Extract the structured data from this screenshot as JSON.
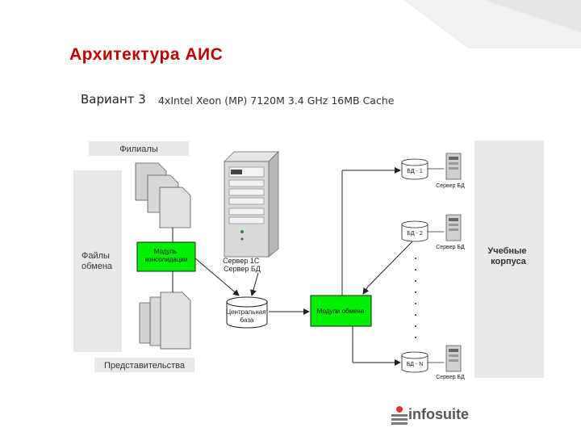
{
  "slide": {
    "title": "Архитектура АИС",
    "variant_label": "Вариант 3",
    "hardware_spec": "4xIntel Xeon (MP) 7120M  3.4 GHz 16MB Cache"
  },
  "diagram": {
    "branches_label": "Филиалы",
    "exchange_files_label": [
      "Файлы",
      "обмена"
    ],
    "consolidation_module_label": [
      "Модуль",
      "консолидации"
    ],
    "server_label": [
      "Сервер 1С",
      "Сервер БД"
    ],
    "central_db_label": [
      "Центральная",
      "база"
    ],
    "exchange_module_label": "Модули обмена",
    "representations_label": "Представительства",
    "campuses_label": [
      "Учебные",
      "корпуса"
    ],
    "db_nodes": [
      {
        "db_label": "БД - 1",
        "server_label": "Сервер БД"
      },
      {
        "db_label": "БД - 2",
        "server_label": "Сервер БД"
      },
      {
        "db_label": "БД - N",
        "server_label": "Сервер БД"
      }
    ]
  },
  "branding": {
    "logo_text": "infosuite"
  },
  "colors": {
    "title": "#c00000",
    "module_green": "#00ee00",
    "panel_gray": "#e8e8e8"
  }
}
